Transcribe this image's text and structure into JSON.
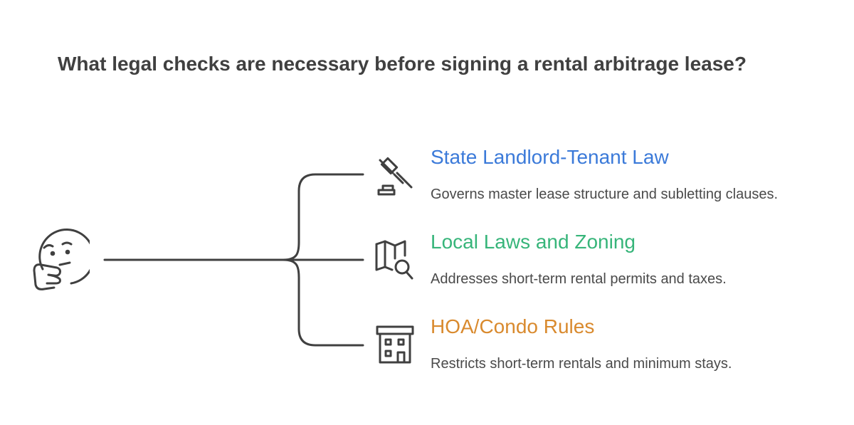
{
  "title": "What legal checks are necessary before signing a rental arbitrage lease?",
  "root": {
    "icon": "thinking-face-icon"
  },
  "items": [
    {
      "title": "State Landlord-Tenant Law",
      "description": "Governs master lease structure and subletting clauses.",
      "color": "#3b7ad9",
      "icon": "gavel-icon"
    },
    {
      "title": "Local Laws and Zoning",
      "description": "Addresses short-term rental permits and taxes.",
      "color": "#37b57a",
      "icon": "map-search-icon"
    },
    {
      "title": "HOA/Condo Rules",
      "description": "Restricts short-term rentals and minimum stays.",
      "color": "#d98a2e",
      "icon": "building-icon"
    }
  ],
  "colors": {
    "text": "#404040",
    "line": "#404040"
  }
}
